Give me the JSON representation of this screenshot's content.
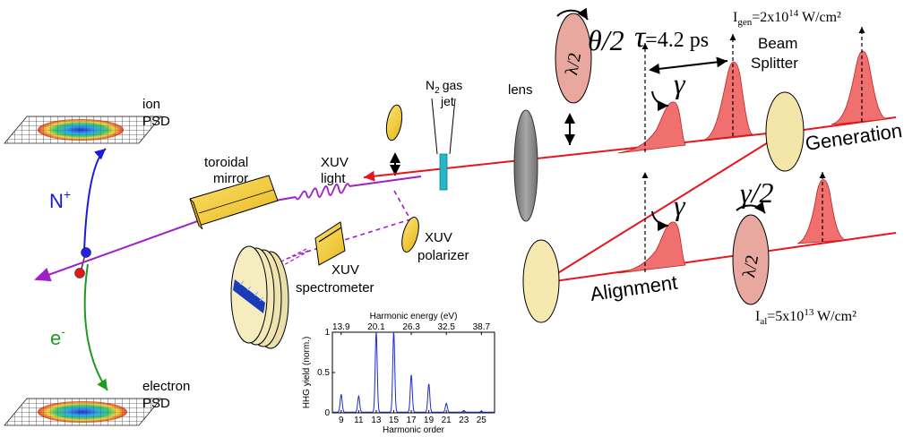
{
  "labels": {
    "ion_psd_1": "ion",
    "ion_psd_2": "PSD",
    "electron_psd_1": "electron",
    "electron_psd_2": "PSD",
    "n_plus": "N",
    "n_plus_sup": "+",
    "e_minus": "e",
    "e_minus_sup": "-",
    "toroidal_1": "toroidal",
    "toroidal_2": "mirror",
    "xuv_light_1": "XUV",
    "xuv_light_2": "light",
    "n2_gas_1": "N",
    "n2_gas_sub": "2",
    "n2_gas_2": "gas",
    "n2_gas_3": "jet",
    "lens": "lens",
    "xuv_polarizer_1": "XUV",
    "xuv_polarizer_2": "polarizer",
    "xuv_spectrometer_1": "XUV",
    "xuv_spectrometer_2": "spectrometer",
    "theta_half": "θ/2",
    "gamma_1": "γ",
    "gamma_2": "γ",
    "gamma_half": "γ/2",
    "lambda_half_1": "λ/2",
    "lambda_half_2": "λ/2",
    "tau": "τ",
    "tau_value": "=4.2 ps",
    "i_gen": "I",
    "i_gen_sub": "gen",
    "i_gen_value": "=2x10",
    "i_gen_exp": "14",
    "i_gen_unit": " W/cm²",
    "beam_1": "Beam",
    "beam_2": "Splitter",
    "generation": "Generation",
    "alignment": "Alignment",
    "i_al": "I",
    "i_al_sub": "al",
    "i_al_value": "=5x10",
    "i_al_exp": "13",
    "i_al_unit": " W/cm²"
  },
  "colors": {
    "laser": "#e8141e",
    "xuv": "#a020c8",
    "ion": "#1a1ad8",
    "electron": "#1e9a1e",
    "gold": "#f7d23e",
    "pulse": "#f07070",
    "waveplate": "#e8a8a0",
    "splitter": "#f4e6a8",
    "spectrum": "#1a2ad0"
  },
  "chart_data": {
    "type": "line",
    "title": "",
    "xlabel": "Harmonic order",
    "ylabel": "HHG yield (norm.)",
    "top_axis_label": "Harmonic energy (eV)",
    "xlim": [
      8,
      26.5
    ],
    "ylim": [
      0,
      1
    ],
    "x_ticks": [
      "9",
      "11",
      "13",
      "15",
      "17",
      "19",
      "21",
      "23",
      "25"
    ],
    "x_tick_values": [
      9,
      11,
      13,
      15,
      17,
      19,
      21,
      23,
      25
    ],
    "y_ticks": [
      "0",
      "0.5",
      "1"
    ],
    "y_tick_values": [
      0,
      0.5,
      1
    ],
    "top_ticks": [
      "13.9",
      "20.1",
      "26.3",
      "32.5",
      "38.7"
    ],
    "top_tick_values": [
      9,
      13,
      17,
      21,
      25
    ],
    "peaks": [
      {
        "order": 9,
        "value": 0.22
      },
      {
        "order": 11,
        "value": 0.2
      },
      {
        "order": 13,
        "value": 1.0
      },
      {
        "order": 15,
        "value": 1.0
      },
      {
        "order": 17,
        "value": 0.46
      },
      {
        "order": 19,
        "value": 0.35
      },
      {
        "order": 21,
        "value": 0.11
      },
      {
        "order": 23,
        "value": 0.02
      },
      {
        "order": 25,
        "value": 0.01
      }
    ]
  }
}
